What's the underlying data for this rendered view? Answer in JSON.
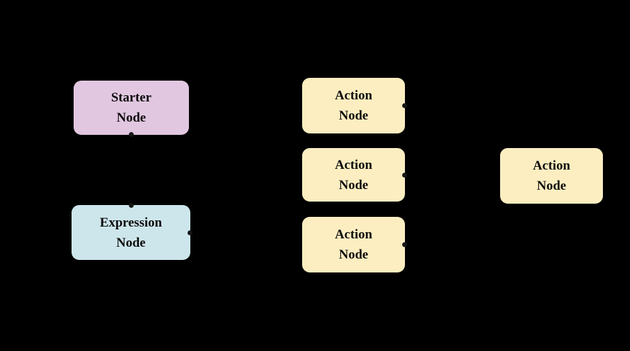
{
  "diagram": {
    "background_color": "#000000",
    "handle_color": "#161616",
    "text_color": "#0d0d0d",
    "node_colors": {
      "starter": "#e2c7e1",
      "expression": "#cde6ec",
      "action": "#fdeec1"
    }
  },
  "nodes": [
    {
      "id": "starter-node",
      "label": "Starter\nNode",
      "type": "starter",
      "fill": "#e2c7e1",
      "handles": [
        "bottom"
      ]
    },
    {
      "id": "expression-node",
      "label": "Expression\nNode",
      "type": "expression",
      "fill": "#cde6ec",
      "handles": [
        "top",
        "right"
      ]
    },
    {
      "id": "action-node-1",
      "label": "Action\nNode",
      "type": "action",
      "fill": "#fdeec1",
      "handles": [
        "right"
      ]
    },
    {
      "id": "action-node-2",
      "label": "Action\nNode",
      "type": "action",
      "fill": "#fdeec1",
      "handles": [
        "right"
      ]
    },
    {
      "id": "action-node-3",
      "label": "Action\nNode",
      "type": "action",
      "fill": "#fdeec1",
      "handles": [
        "right"
      ]
    },
    {
      "id": "action-node-4",
      "label": "Action\nNode",
      "type": "action",
      "fill": "#fdeec1",
      "handles": []
    }
  ]
}
